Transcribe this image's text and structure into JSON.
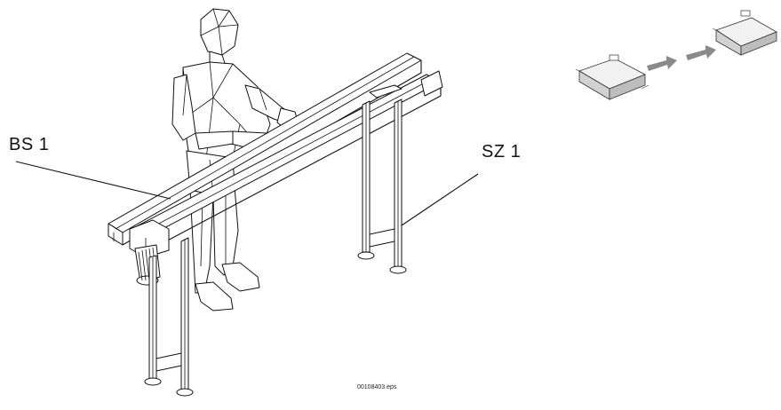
{
  "labels": {
    "belt_section": "BS 1",
    "stand": "SZ 1"
  },
  "file_reference": "00108403.eps",
  "colors": {
    "line": "#111111",
    "arrow": "#8a8a8a",
    "box_top": "#f1f1f1",
    "box_side": "#d2d2d2"
  },
  "icons": {
    "transfer_arrows": "gray-arrow-right"
  }
}
